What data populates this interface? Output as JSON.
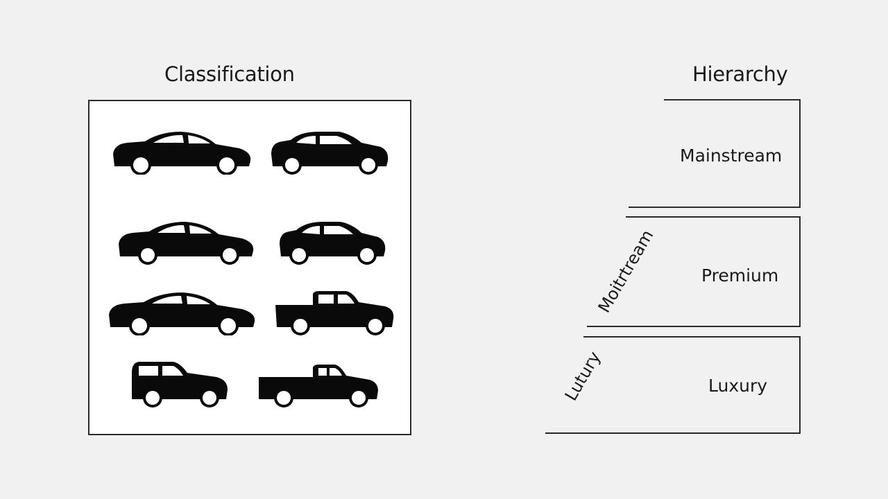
{
  "classification": {
    "title": "Classification"
  },
  "hierarchy": {
    "title": "Hierarchy",
    "tiers": [
      {
        "label": "Mainstream"
      },
      {
        "label": "Premium",
        "side_label": "Moitrtream"
      },
      {
        "label": "Luxury",
        "side_label": "Lutury"
      }
    ]
  },
  "icons": {
    "cars": [
      "sedan-icon",
      "hatchback-icon",
      "sedan-icon",
      "hatchback-icon",
      "sedan-icon",
      "pickup-truck-icon",
      "suv-icon",
      "pickup-truck-icon"
    ]
  }
}
